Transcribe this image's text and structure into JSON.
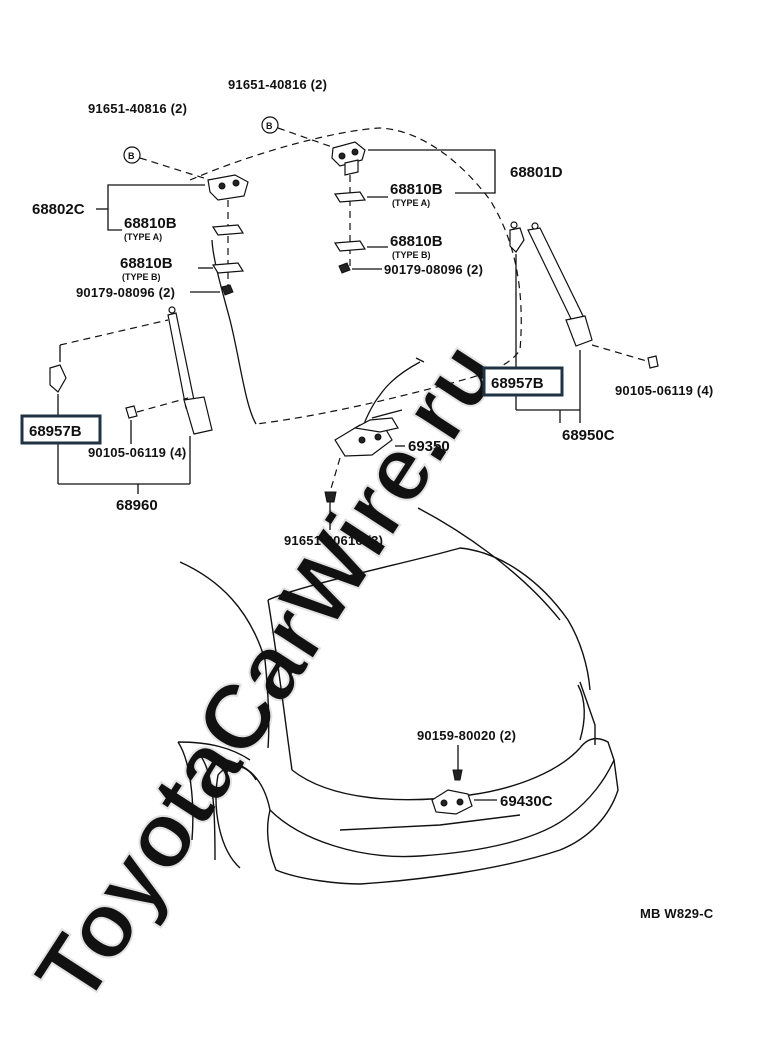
{
  "watermark": "ToyotaCarWire.ru",
  "callout_mark": "B",
  "labels": {
    "bolt_top_right": "91651-40816 (2)",
    "bolt_top_left": "91651-40816 (2)",
    "hinge_right": "68801D",
    "hinge_left": "68802C",
    "shim_right_a_num": "68810B",
    "shim_right_a_type": "(TYPE A)",
    "shim_right_b_num": "68810B",
    "shim_right_b_type": "(TYPE B)",
    "nut_right": "90179-08096 (2)",
    "shim_left_a_num": "68810B",
    "shim_left_a_type": "(TYPE A)",
    "shim_left_b_num": "68810B",
    "shim_left_b_type": "(TYPE B)",
    "nut_left": "90179-08096 (2)",
    "bracket_right": "68957B",
    "bolt_right_stay": "90105-06119 (4)",
    "stay_right": "68950C",
    "bracket_left": "68957B",
    "bolt_left_stay": "90105-06119 (4)",
    "stay_left": "68960",
    "lock": "69350",
    "bolt_lock": "91651-60616 (3)",
    "bolt_striker": "90159-80020 (2)",
    "striker": "69430C",
    "diagram_code": "MB  W829-C"
  }
}
